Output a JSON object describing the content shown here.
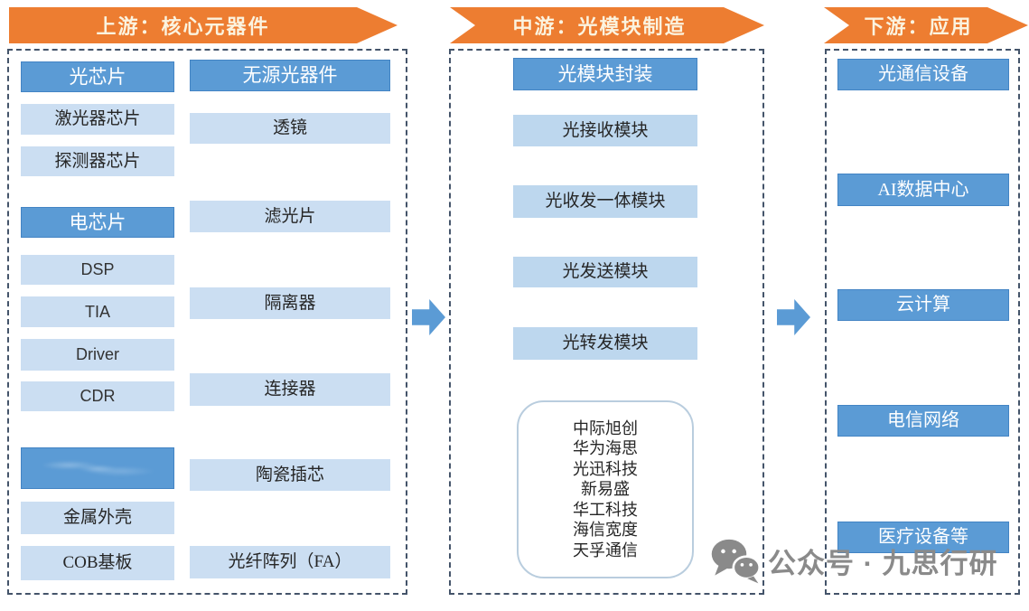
{
  "stage_headers": {
    "upstream": "上游：核心元器件",
    "midstream": "中游：光模块制造",
    "downstream": "下游：应用"
  },
  "upstream": {
    "optical_chip": {
      "header": "光芯片",
      "items": [
        "激光器芯片",
        "探测器芯片"
      ]
    },
    "electric_chip": {
      "header": "电芯片",
      "items": [
        "DSP",
        "TIA",
        "Driver",
        "CDR"
      ]
    },
    "structural": {
      "items": [
        "金属外壳",
        "COB基板"
      ]
    },
    "passive_optics": {
      "header": "无源光器件",
      "items": [
        "透镜",
        "滤光片",
        "隔离器",
        "连接器",
        "陶瓷插芯",
        "光纤阵列（FA）"
      ]
    }
  },
  "midstream": {
    "header": "光模块封装",
    "modules": [
      "光接收模块",
      "光收发一体模块",
      "光发送模块",
      "光转发模块"
    ],
    "companies": [
      "中际旭创",
      "华为海思",
      "光迅科技",
      "新易盛",
      "华工科技",
      "海信宽度",
      "天孚通信"
    ]
  },
  "downstream": {
    "applications": [
      "光通信设备",
      "AI数据中心",
      "云计算",
      "电信网络",
      "医疗设备等"
    ]
  },
  "watermark": {
    "label": "公众号 · 九思行研"
  },
  "colors": {
    "orange": "#ED7D31",
    "header_blue": "#5B9BD5",
    "item_blue_light": "#CBDEF2",
    "item_blue_mid": "#BDD7EE",
    "dash_border": "#44546A",
    "watermark_gray": "#8A8A8A"
  }
}
